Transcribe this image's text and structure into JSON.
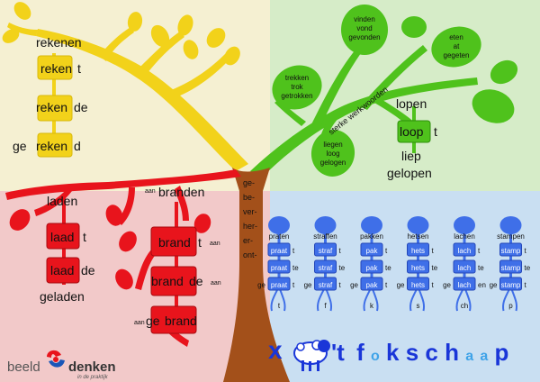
{
  "colors": {
    "yellow_bg": "#f5f0d2",
    "green_bg": "#d6ecc8",
    "red_bg": "#f2c9c9",
    "blue_bg": "#c9dff2",
    "yellow": "#f2d21a",
    "green": "#4fc21c",
    "red": "#e8141c",
    "blue": "#3f6fe8",
    "trunk": "#a3501a"
  },
  "weak_yellow": {
    "infinitive": "rekenen",
    "stem1": "reken",
    "suffix1": "t",
    "stem2": "reken",
    "suffix2": "de",
    "prefix3": "ge",
    "stem3": "reken",
    "suffix3": "d"
  },
  "strong_green": {
    "branch_label": "sterke werkwoorden",
    "leaves": [
      {
        "lines": [
          "trekken",
          "trok",
          "getrokken"
        ]
      },
      {
        "lines": [
          "vinden",
          "vond",
          "gevonden"
        ]
      },
      {
        "lines": [
          "eten",
          "at",
          "gegeten"
        ]
      },
      {
        "lines": [
          "liegen",
          "loog",
          "gelogen"
        ]
      }
    ],
    "infinitive": "lopen",
    "stem": "loop",
    "suffix": "t",
    "past": "liep",
    "participle": "gelopen"
  },
  "trunk_text": [
    "ge-",
    "be-",
    "ver-",
    "her-",
    "er-",
    "ont-"
  ],
  "red": {
    "left": {
      "infinitive": "laden",
      "stem1": "laad",
      "suffix1": "t",
      "stem2": "laad",
      "suffix2": "de",
      "participle": "geladen"
    },
    "right": {
      "prefix0": "aan",
      "infinitive": "branden",
      "stem1": "brand",
      "suffix1": "t",
      "particle1": "aan",
      "stem2": "brand",
      "suffix2": "de",
      "particle2": "aan",
      "prefix3": "aan",
      "ge3": "ge",
      "stem3": "brand"
    }
  },
  "blue_verbs": [
    {
      "inf": "praten",
      "s1": "praat",
      "x1": "t",
      "s2": "praat",
      "x2": "te",
      "pre": "ge",
      "s3": "praat",
      "x3": "t",
      "root": "t"
    },
    {
      "inf": "straffen",
      "s1": "straf",
      "x1": "t",
      "s2": "straf",
      "x2": "te",
      "pre": "ge",
      "s3": "straf",
      "x3": "t",
      "root": "f"
    },
    {
      "inf": "pakken",
      "s1": "pak",
      "x1": "t",
      "s2": "pak",
      "x2": "te",
      "pre": "ge",
      "s3": "pak",
      "x3": "t",
      "root": "k"
    },
    {
      "inf": "hetsen",
      "s1": "hets",
      "x1": "t",
      "s2": "hets",
      "x2": "te",
      "pre": "ge",
      "s3": "hets",
      "x3": "t",
      "root": "s"
    },
    {
      "inf": "lachen",
      "s1": "lach",
      "x1": "t",
      "s2": "lach",
      "x2": "te",
      "pre": "ge",
      "s3": "lach",
      "x3": "en",
      "root": "ch"
    },
    {
      "inf": "stampen",
      "s1": "stamp",
      "x1": "t",
      "s2": "stamp",
      "x2": "te",
      "pre": "ge",
      "s3": "stamp",
      "x3": "t",
      "root": "p"
    }
  ],
  "fokschaap": {
    "x_char": "x",
    "apos_t": "'t",
    "f": "f",
    "o": "o",
    "k": "k",
    "s": "s",
    "c": "c",
    "h": "h",
    "a1": "a",
    "a2": "a",
    "p": "p"
  },
  "logo": {
    "part1": "beeld",
    "part2": "denken",
    "tagline": "in de praktijk"
  }
}
